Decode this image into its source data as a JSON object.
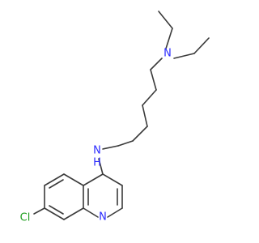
{
  "molecule": {
    "atoms": [
      {
        "id": "n_top",
        "symbol": "N",
        "color": "#2a2aff"
      },
      {
        "id": "n_amine",
        "symbol": "N",
        "h": "H",
        "color": "#2a2aff"
      },
      {
        "id": "n_ring",
        "symbol": "N",
        "color": "#2a2aff"
      },
      {
        "id": "cl",
        "symbol": "Cl",
        "color": "#1f9e1f"
      }
    ],
    "bond_color": "#3a3a3a"
  }
}
